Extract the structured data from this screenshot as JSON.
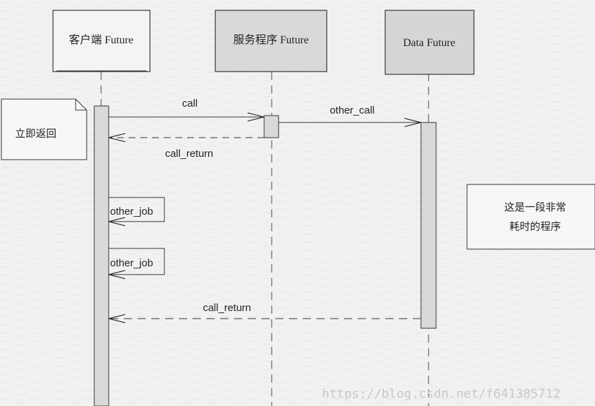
{
  "participants": [
    {
      "name": "客户端 Future"
    },
    {
      "name": "服务程序 Future"
    },
    {
      "name": "Data Future"
    }
  ],
  "messages": {
    "call": "call",
    "other_call": "other_call",
    "call_return_1": "call_return",
    "other_job_1": "other_job",
    "other_job_2": "other_job",
    "call_return_2": "call_return"
  },
  "notes": {
    "immediate_return": "立即返回",
    "slow_line1": "这是一段非常",
    "slow_line2": "耗时的程序"
  },
  "watermark": "https://blog.csdn.net/f641385712"
}
